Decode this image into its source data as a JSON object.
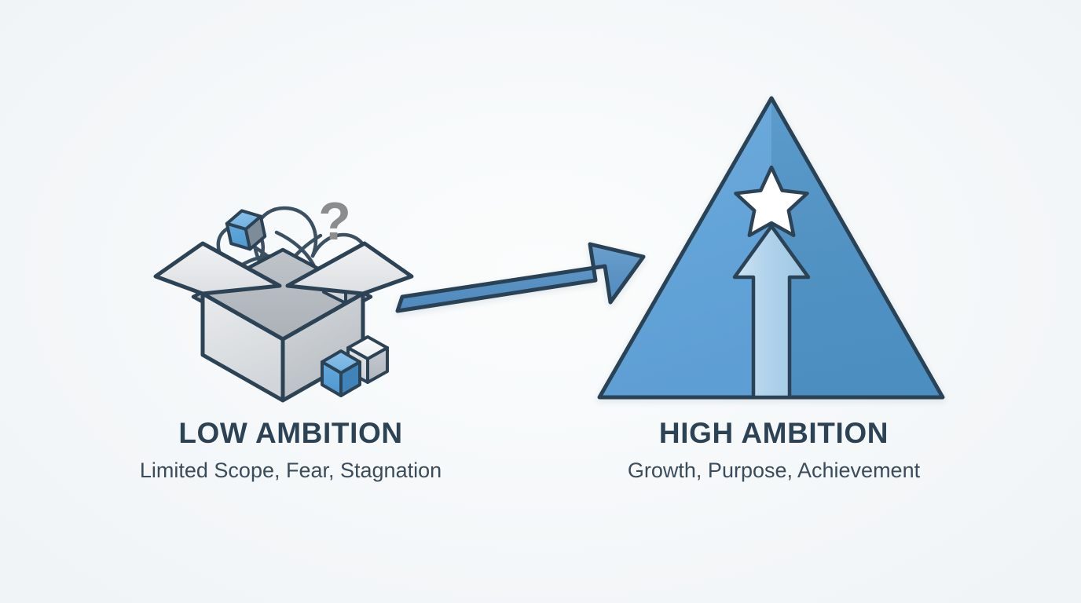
{
  "diagram": {
    "background_color": "#f4f7f8",
    "theme_colors": {
      "outline": "#2c4356",
      "title_text": "#2c4356",
      "subtitle_text": "#3a4c5c",
      "pyramid_left": "#63a3d8",
      "pyramid_right": "#5192c3",
      "arrow_fill": "#5b93c4",
      "inner_arrow_fill": "#a8cde8",
      "cube_blue": "#5ba3dc",
      "box_gray_light": "#e6e8ea",
      "box_gray_mid": "#c9cdd1",
      "question_mark_gray": "#8c8c8c",
      "star_fill": "#ffffff"
    },
    "left_panel": {
      "title": "LOW AMBITION",
      "subtitle": "Limited Scope, Fear, Stagnation",
      "illustration": "open-cardboard-box-with-tangled-scribbles-and-cubes",
      "elements": [
        "open-box",
        "tangled-scribble",
        "floating-blue-cube",
        "inner-white-cube",
        "ground-blue-cube",
        "ground-white-cube",
        "question-mark"
      ]
    },
    "right_panel": {
      "title": "HIGH AMBITION",
      "subtitle": "Growth, Purpose, Achievement",
      "illustration": "blue-pyramid-with-star-and-upward-arrow",
      "elements": [
        "pyramid",
        "star",
        "upward-arrow"
      ]
    },
    "connector": {
      "type": "right-pointing-arrow",
      "direction": "left-to-right",
      "label": ""
    },
    "symbols": {
      "question_mark": "?",
      "star": "★",
      "arrow_right": "→",
      "arrow_up": "↑"
    }
  }
}
